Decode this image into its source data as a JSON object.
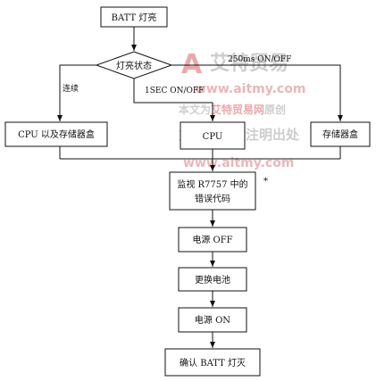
{
  "nodes": {
    "start": "BATT 灯亮",
    "decision": "灯亮状态",
    "cpu_box": "CPU 以及存储器盒",
    "cpu": "CPU",
    "memory_box": "存储器盒",
    "monitor_line1": "监视 R7757 中的",
    "monitor_line2": "错误代码",
    "power_off": "电源 OFF",
    "replace_battery": "更换电池",
    "power_on": "电源 ON",
    "confirm": "确认 BATT 灯灭"
  },
  "edges": {
    "continuous": "连续",
    "one_sec": "1SEC ON/OFF",
    "fast_blink": "250ms ON/OFF",
    "asterisk": "*"
  },
  "watermark": {
    "logo_letter": "A",
    "brand": "艾特贸易",
    "url1": "www.aitmy.com",
    "line1_prefix": "本文为",
    "line1_brand": "艾特贸易网",
    "line1_suffix": "原创",
    "line2": "如需转载请注明出处",
    "url2": "www.aitmy.com",
    "color_red": "#e8a0a0",
    "color_grey": "#c8c8c8"
  }
}
